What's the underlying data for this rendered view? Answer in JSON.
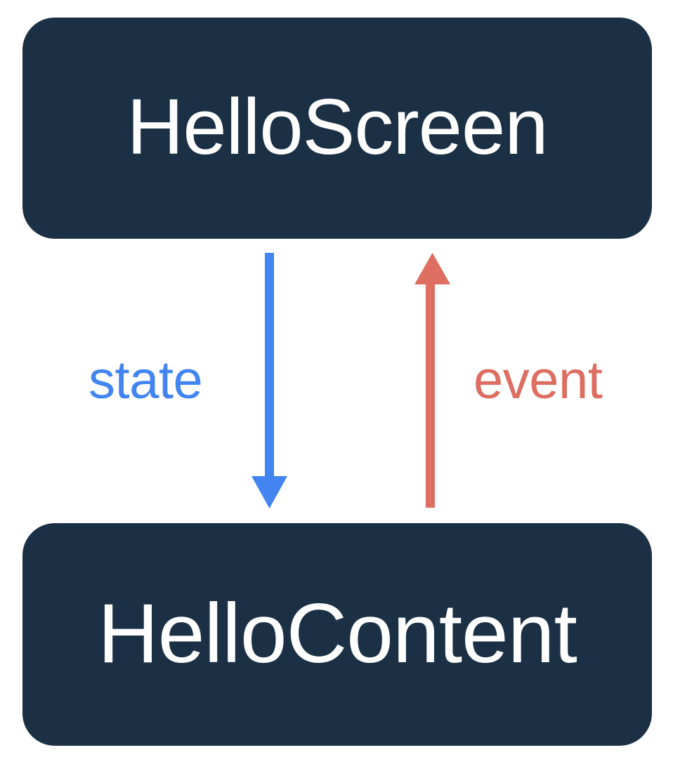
{
  "diagram": {
    "title": "HelloScreen / HelloContent state-event flow",
    "background": "#ffffff",
    "nodes": [
      {
        "id": "hello-screen",
        "label": "HelloScreen",
        "fill": "#1b3044",
        "text_color": "#ffffff"
      },
      {
        "id": "hello-content",
        "label": "HelloContent",
        "fill": "#1b3044",
        "text_color": "#ffffff"
      }
    ],
    "edges": [
      {
        "id": "state-edge",
        "label": "state",
        "color": "#4285f0",
        "direction": "down",
        "from": "HelloScreen",
        "to": "HelloContent"
      },
      {
        "id": "event-edge",
        "label": "event",
        "color": "#dd6e61",
        "direction": "up",
        "from": "HelloContent",
        "to": "HelloScreen"
      }
    ]
  }
}
